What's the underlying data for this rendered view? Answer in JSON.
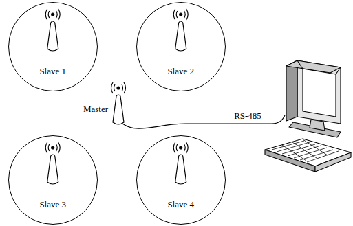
{
  "diagram": {
    "nodes": [
      {
        "text": [
          "Slave 1"
        ]
      },
      {
        "text": [
          "Slave 2"
        ]
      },
      {
        "text": [
          "Slave 3"
        ]
      },
      {
        "text": [
          "Slave 4"
        ]
      }
    ],
    "labels": [
      "Master",
      "RS-485"
    ]
  }
}
